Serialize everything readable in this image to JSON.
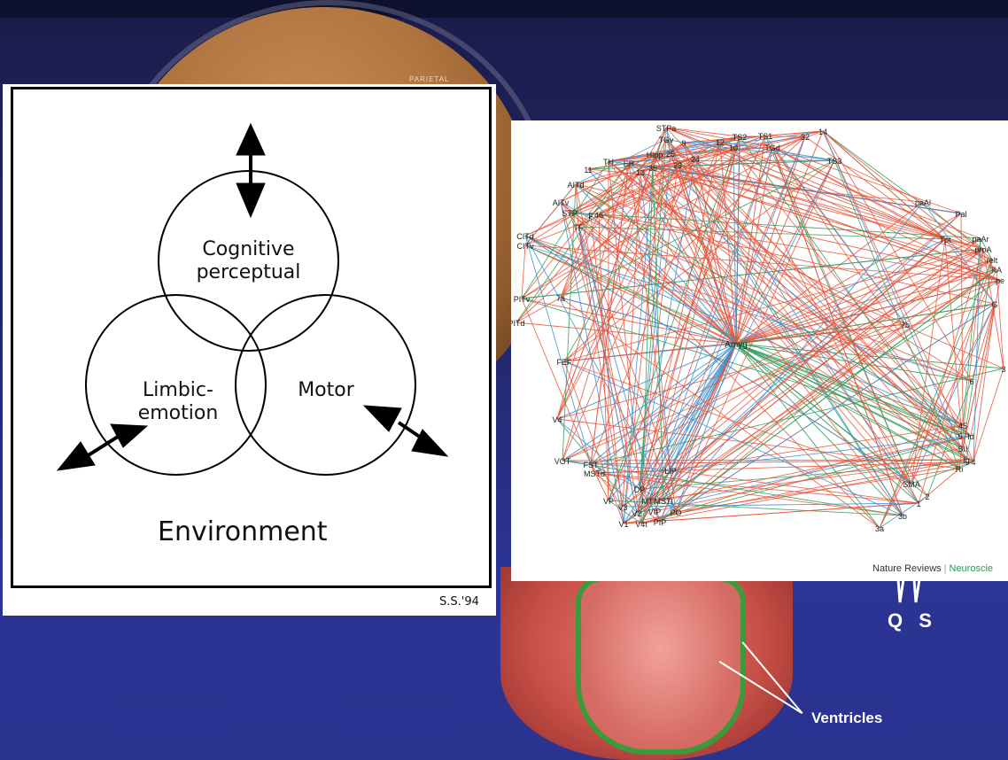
{
  "background": {
    "brain_label": "PARIETAL",
    "heart_label": "Ventricles",
    "ecg_label": "Q S",
    "colors": {
      "page": "#22286e",
      "heart_wall": "#3b9a3a"
    }
  },
  "left_diagram": {
    "circles": [
      {
        "id": "cognitive",
        "label_line1": "Cognitive",
        "label_line2": "perceptual"
      },
      {
        "id": "limbic",
        "label_line1": "Limbic-",
        "label_line2": "emotion"
      },
      {
        "id": "motor",
        "label_line1": "Motor",
        "label_line2": ""
      }
    ],
    "environment_label": "Environment",
    "signature": "S.S.'94"
  },
  "right_diagram": {
    "hub_label": "Amyg",
    "colors": {
      "red": "#e8553a",
      "blue": "#3a8fd4",
      "green": "#2e9e5a"
    },
    "nodes": [
      "STPa",
      "TS2",
      "TS1",
      "TGv",
      "12",
      "10",
      "TGd",
      "32",
      "14",
      "TH",
      "ER",
      "Hipp",
      "25",
      "9",
      "24",
      "11",
      "13",
      "35",
      "23",
      "TS3",
      "AITd",
      "AITv",
      "STP",
      "F",
      "46",
      "TF",
      "paAl",
      "Pal",
      "CITd",
      "CITv",
      "Tpt",
      "paAr",
      "proA",
      "relt",
      "KA",
      "pe",
      "PITv",
      "7a",
      "PITd",
      "G",
      "Amyg",
      "7b",
      "3",
      "FEF",
      "6",
      "V4",
      "45",
      "5",
      "Id",
      "SII",
      "Ig",
      "4",
      "Ri",
      "VOT",
      "FST",
      "MSTd",
      "LIP",
      "DP",
      "MT",
      "MSTl",
      "SMA",
      "2",
      "VP",
      "V3",
      "V2",
      "VIP",
      "PO",
      "1",
      "3b",
      "V1",
      "V4t",
      "PIP",
      "3a"
    ],
    "credit_main": "Nature Reviews",
    "credit_journal": "Neuroscie"
  }
}
